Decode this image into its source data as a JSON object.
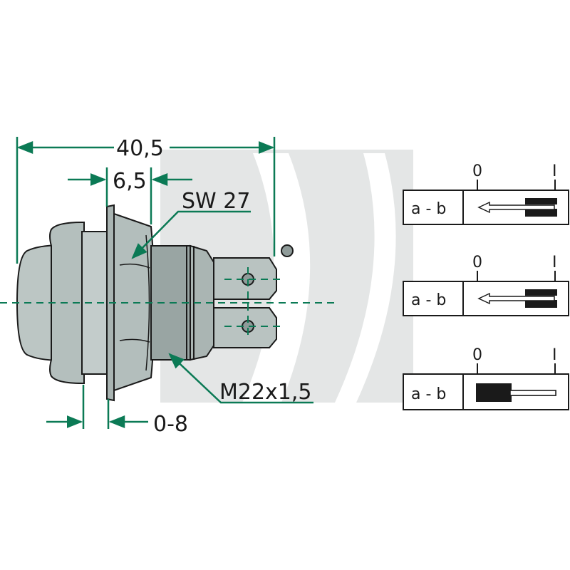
{
  "colors": {
    "dimension_line": "#0b7a55",
    "body_fill": "#b9c3c1",
    "body_dark": "#8f9b99",
    "watermark": "#d7d9d9",
    "outline": "#1a1a1a"
  },
  "dimensions": {
    "overall_length": "40,5",
    "flange_width": "6,5",
    "wrench_size": "SW 27",
    "thread": "M22x1,5",
    "panel_thickness": "0-8"
  },
  "switch_table": {
    "rows": [
      {
        "pos_off": "0",
        "pos_on": "I",
        "contacts": "a - b",
        "indicator_state": "off"
      },
      {
        "pos_off": "0",
        "pos_on": "I",
        "contacts": "a - b",
        "indicator_state": "off"
      },
      {
        "pos_off": "0",
        "pos_on": "I",
        "contacts": "a - b",
        "indicator_state": "on"
      }
    ]
  }
}
